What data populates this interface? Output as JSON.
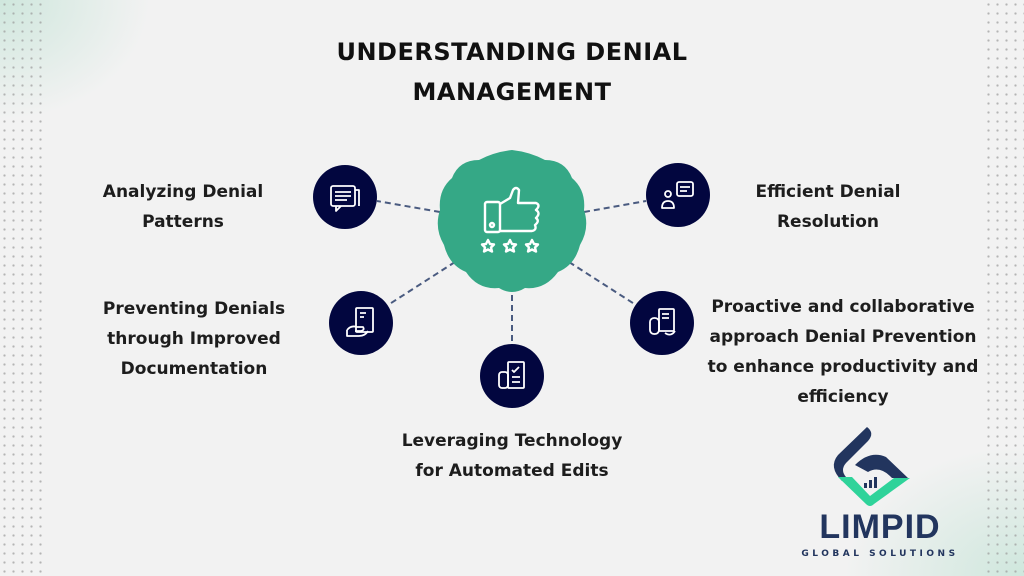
{
  "title": {
    "line1": "UNDERSTANDING DENIAL",
    "line2": "MANAGEMENT"
  },
  "center": {
    "icon": "thumbs-up-stars-icon"
  },
  "nodes": [
    {
      "icon": "chat-documents-icon",
      "line1": "Analyzing Denial",
      "line2": "Patterns"
    },
    {
      "icon": "person-chat-icon",
      "line1": "Efficient Denial",
      "line2": "Resolution"
    },
    {
      "icon": "hand-document-icon",
      "line1": "Preventing Denials",
      "line2": "through Improved",
      "line3": "Documentation"
    },
    {
      "icon": "document-refresh-icon",
      "line1": "Proactive and collaborative",
      "line2": "approach Denial Prevention",
      "line3": "to enhance productivity and",
      "line4": "efficiency"
    },
    {
      "icon": "checklist-icon",
      "line1": "Leveraging Technology",
      "line2": "for Automated Edits"
    }
  ],
  "logo": {
    "name": "LIMPID",
    "tagline": "GLOBAL SOLUTIONS"
  },
  "colors": {
    "navy": "#02063f",
    "green": "#35a886",
    "line": "#4a5b80",
    "logo_navy": "#22355e",
    "logo_green": "#2fd39a"
  }
}
